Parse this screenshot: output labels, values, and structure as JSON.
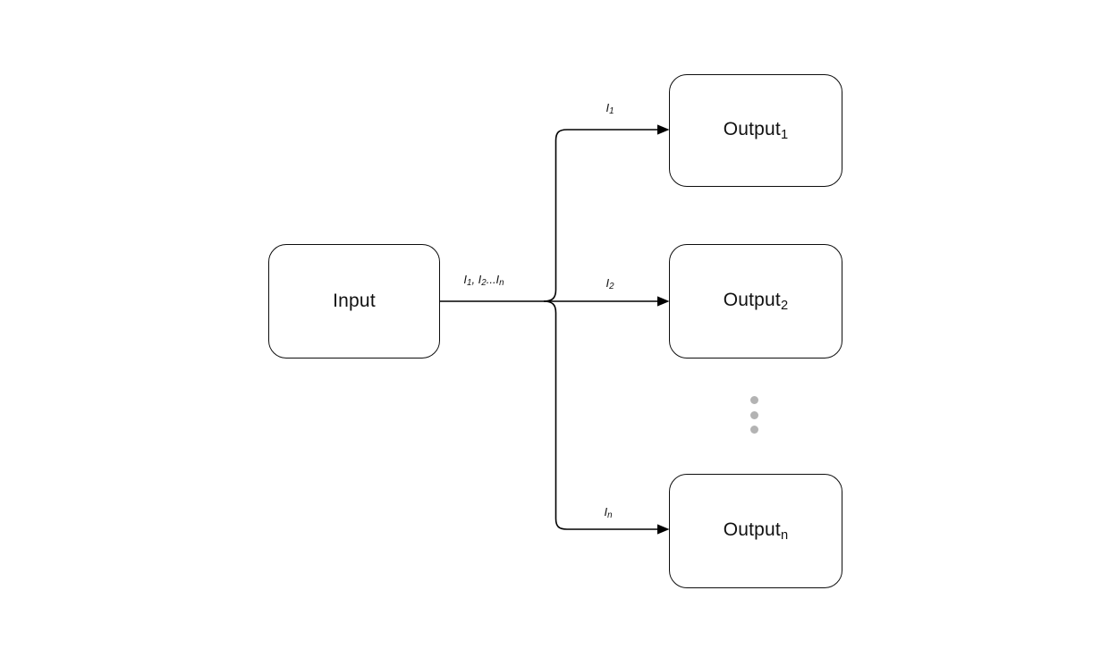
{
  "diagram": {
    "nodes": {
      "input": {
        "label": "Input"
      },
      "output1": {
        "label": "Output",
        "sub": "1"
      },
      "output2": {
        "label": "Output",
        "sub": "2"
      },
      "outputn": {
        "label": "Output",
        "sub": "n"
      }
    },
    "edge_labels": {
      "main": {
        "segments": [
          {
            "t": "I",
            "s": "1"
          },
          {
            "t": ", I",
            "s": "2"
          },
          {
            "t": "...I",
            "s": "n"
          }
        ]
      },
      "to_output1": {
        "t": "I",
        "s": "1"
      },
      "to_output2": {
        "t": "I",
        "s": "2"
      },
      "to_outputn": {
        "t": "I",
        "s": "n"
      }
    },
    "ellipsis": {
      "dot_count": 3
    },
    "colors": {
      "stroke": "#000000",
      "node_border": "#0d0d0d",
      "text": "#111111",
      "dots": "#b3b3b3",
      "background": "#ffffff"
    }
  }
}
